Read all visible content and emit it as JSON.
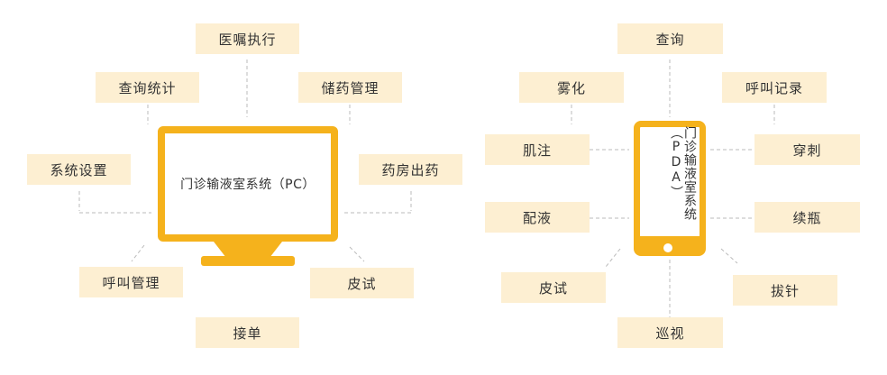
{
  "pc": {
    "label": "门诊输液室系统（PC）",
    "modules": [
      "医嘱执行",
      "储药管理",
      "药房出药",
      "皮试",
      "接单",
      "呼叫管理",
      "系统设置",
      "查询统计"
    ]
  },
  "pda": {
    "label": "门诊输液室系统（PDA）",
    "modules": [
      "查询",
      "呼叫记录",
      "穿刺",
      "续瓶",
      "拔针",
      "巡视",
      "皮试",
      "配液",
      "肌注",
      "雾化"
    ]
  },
  "colors": {
    "accent": "#f5b21c",
    "box_fill": "#fdefd2",
    "line": "#bbbbbb"
  }
}
